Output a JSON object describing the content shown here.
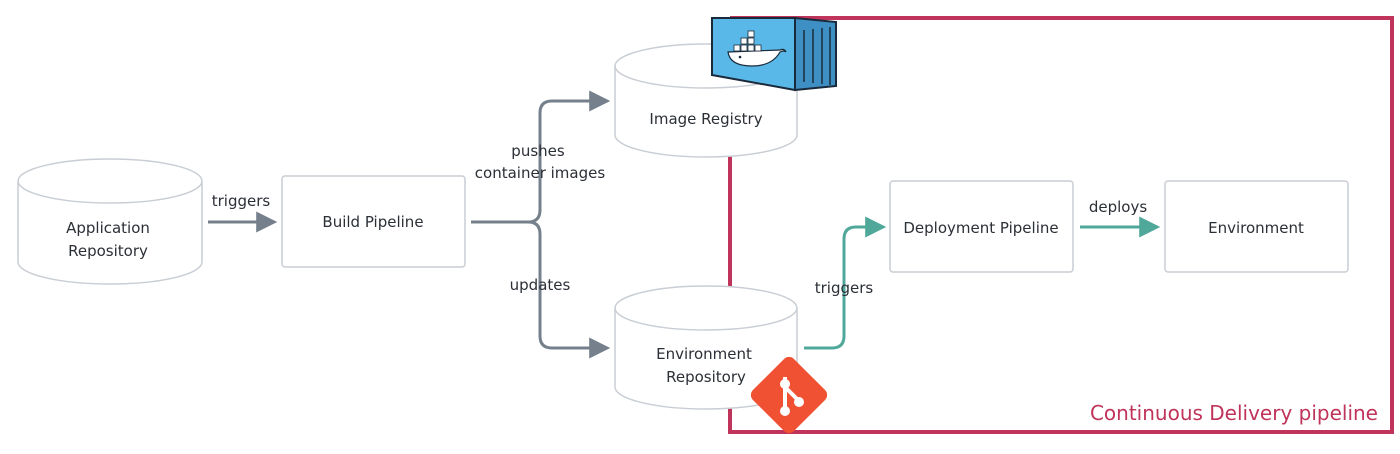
{
  "nodes": {
    "application_repository": {
      "line1": "Application",
      "line2": "Repository"
    },
    "build_pipeline": {
      "label": "Build Pipeline"
    },
    "image_registry": {
      "label": "Image Registry"
    },
    "environment_repository": {
      "line1": "Environment",
      "line2": "Repository"
    },
    "deployment_pipeline": {
      "label": "Deployment Pipeline"
    },
    "environment": {
      "label": "Environment"
    }
  },
  "edges": {
    "triggers_build": "triggers",
    "pushes_line1": "pushes",
    "pushes_line2": "container images",
    "updates": "updates",
    "triggers_deploy": "triggers",
    "deploys": "deploys"
  },
  "group": {
    "title": "Continuous Delivery pipeline"
  },
  "colors": {
    "gray_arrow": "#75808c",
    "teal_arrow": "#4fa89a",
    "group_border": "#c0335a",
    "docker_blue": "#5ab8e8",
    "git_orange": "#f05133"
  },
  "icons": {
    "registry": "docker-container-icon",
    "repository": "git-icon"
  }
}
